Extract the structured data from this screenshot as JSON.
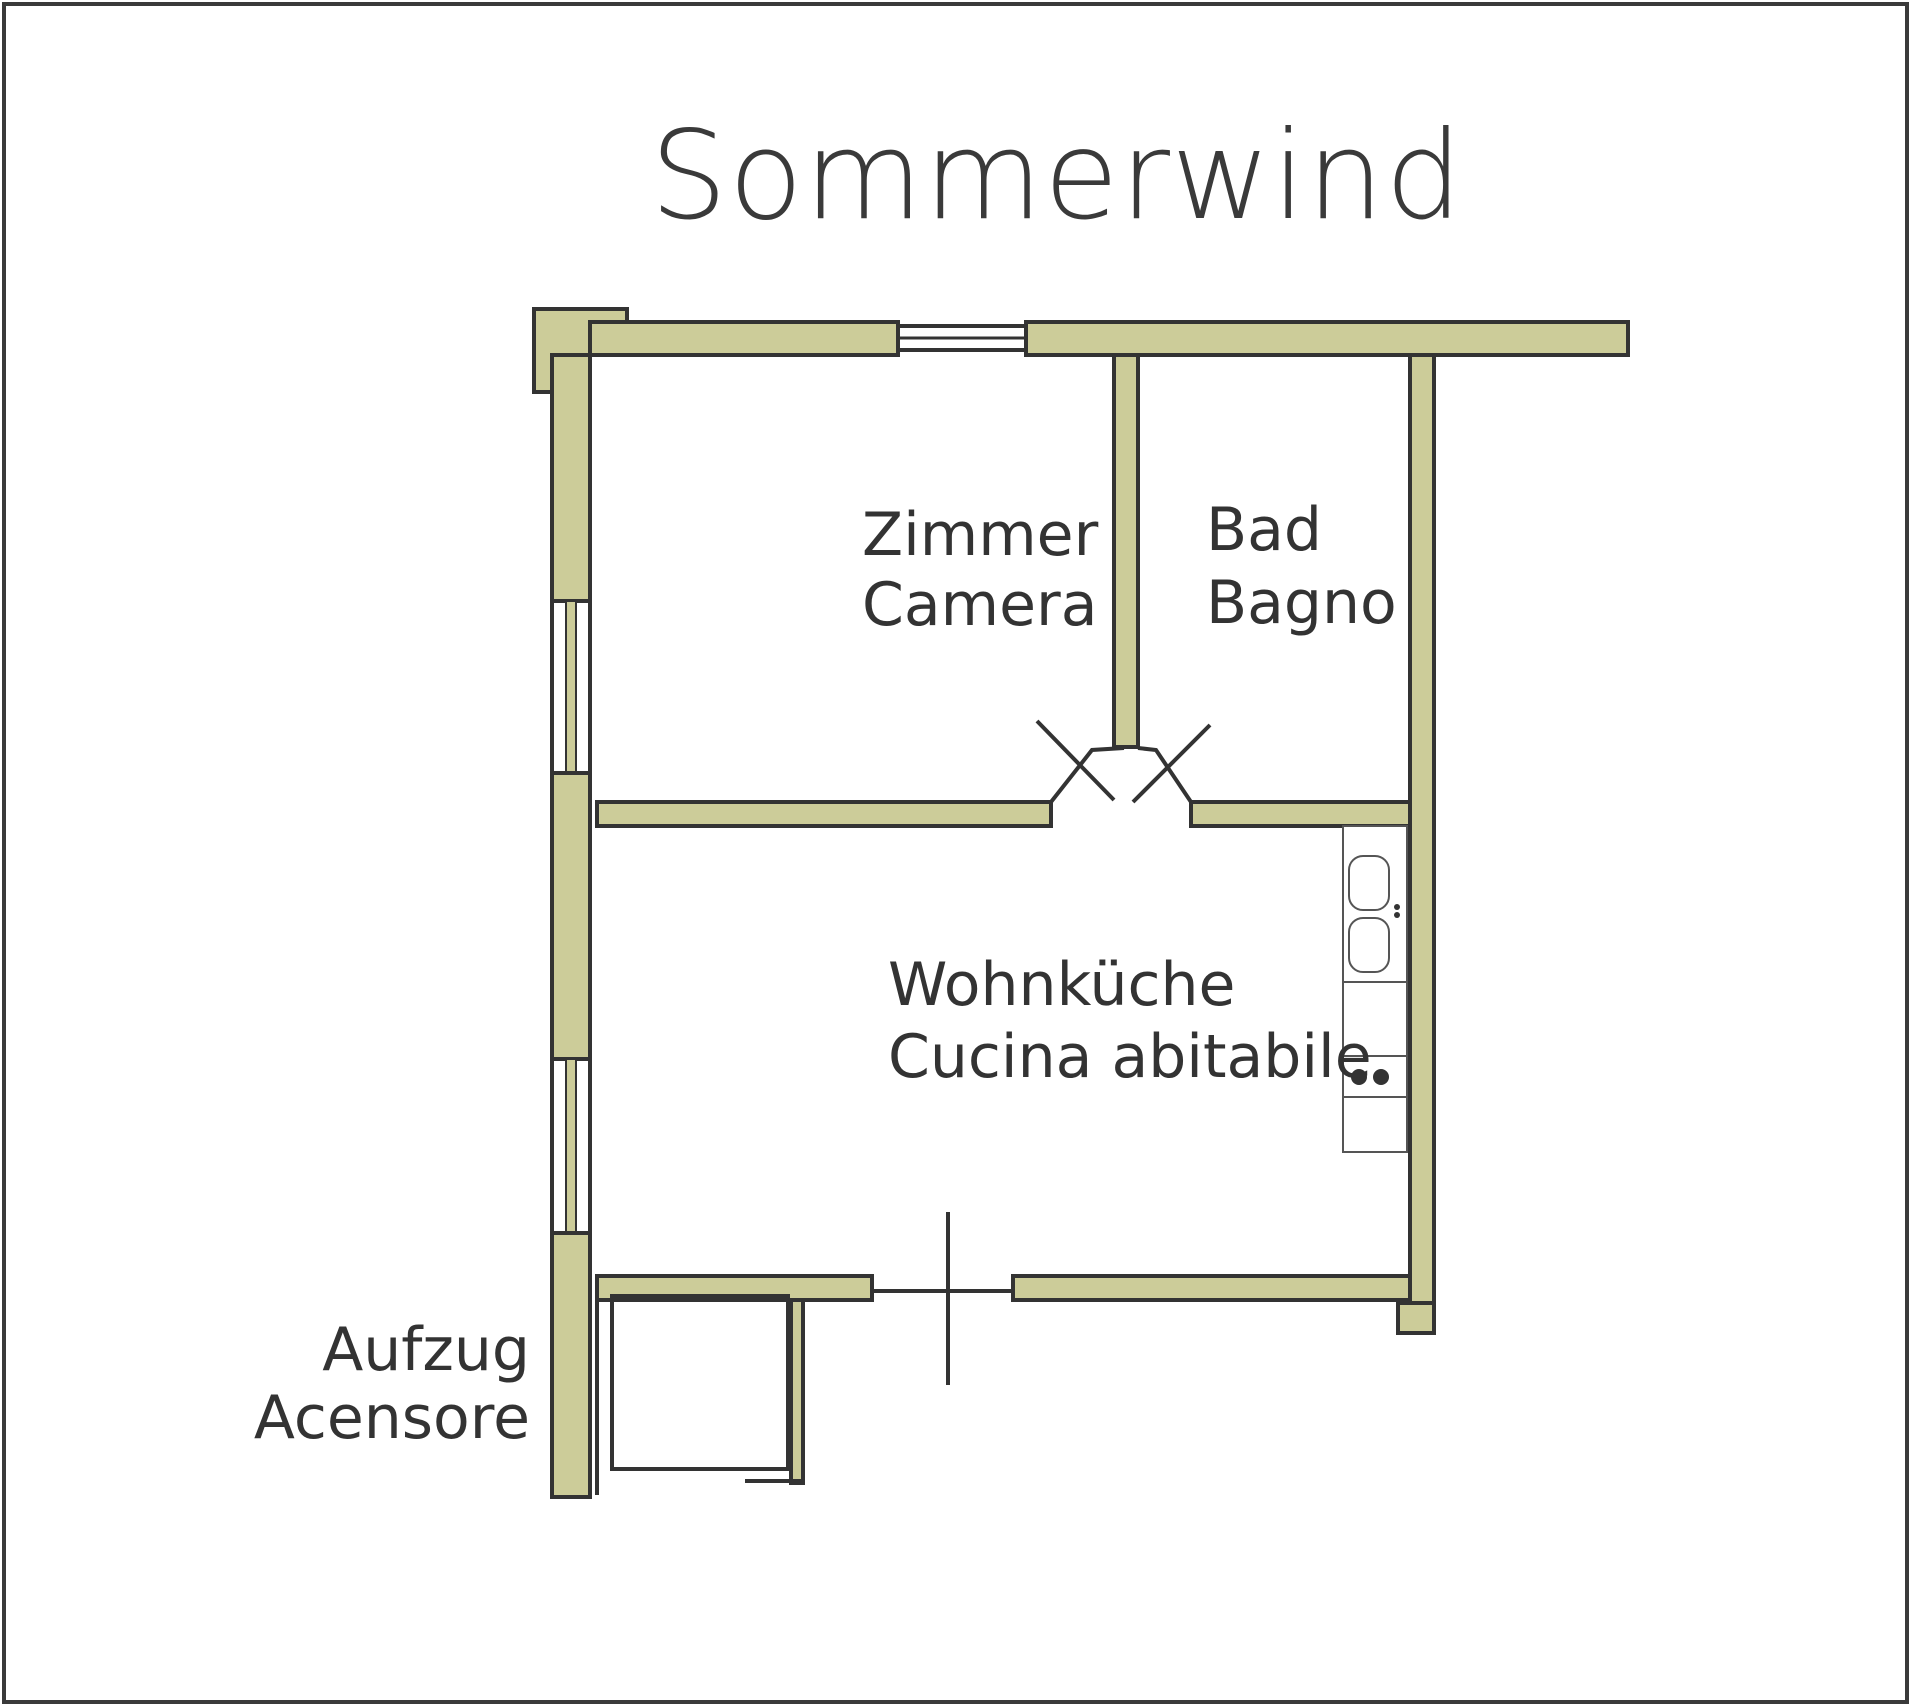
{
  "title": "Sommerwind",
  "rooms": {
    "zimmer": [
      "Zimmer",
      "Camera"
    ],
    "bad": [
      "Bad",
      "Bagno"
    ],
    "wohnkueche": [
      "Wohnküche",
      "Cucina abitabile"
    ],
    "aufzug": [
      "Aufzug",
      "Acensore"
    ]
  },
  "colors": {
    "wall_fill": "#cccc99",
    "outline": "#333333",
    "background": "#ffffff"
  }
}
